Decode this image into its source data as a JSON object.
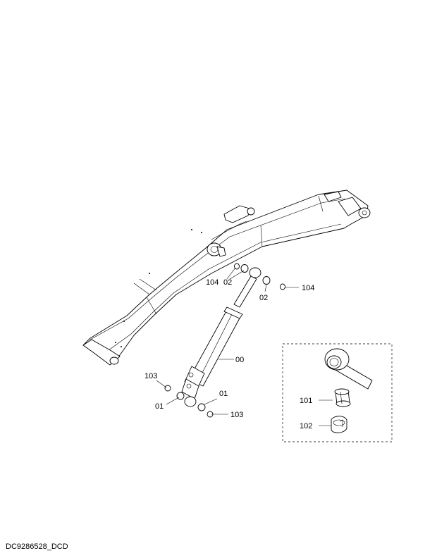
{
  "diagram": {
    "callouts": {
      "c104a": "104",
      "c02a": "02",
      "c02b": "02",
      "c104b": "104",
      "c00": "00",
      "c103a": "103",
      "c01a": "01",
      "c01b": "01",
      "c103b": "103",
      "c101": "101",
      "c102": "102"
    }
  },
  "footer": {
    "document_code": "DC9286528_DCD"
  }
}
